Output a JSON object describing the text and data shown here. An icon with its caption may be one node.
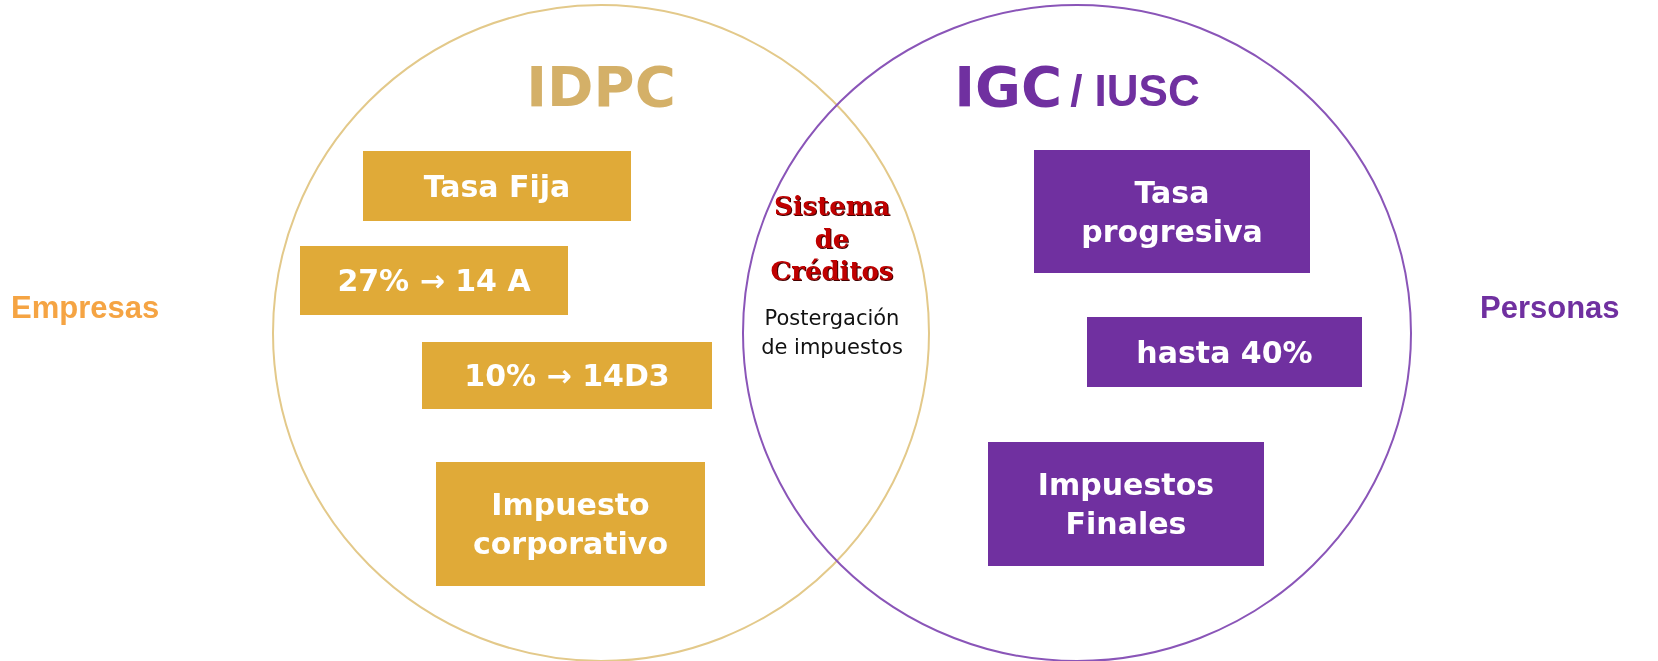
{
  "diagram": {
    "nodes": [
      {
        "text": [
          "IDPC"
        ]
      },
      {
        "text": [
          "IGC",
          "/ IUSC"
        ]
      },
      {
        "text": [
          "Sistema de Créditos",
          "Postergación de impuestos"
        ]
      },
      {
        "text": [
          "Tasa Fija"
        ],
        "in": 0
      },
      {
        "text": [
          "27% → 14 A"
        ],
        "in": 0
      },
      {
        "text": [
          "10% → 14D3"
        ],
        "in": 0
      },
      {
        "text": [
          "Impuesto corporativo"
        ],
        "in": 0
      },
      {
        "text": [
          "Tasa progresiva"
        ],
        "in": 1
      },
      {
        "text": [
          "hasta 40%"
        ],
        "in": 1
      },
      {
        "text": [
          "Impuestos Finales"
        ],
        "in": 1
      }
    ],
    "edges": [],
    "labels": [
      "Empresas",
      "Personas"
    ]
  }
}
